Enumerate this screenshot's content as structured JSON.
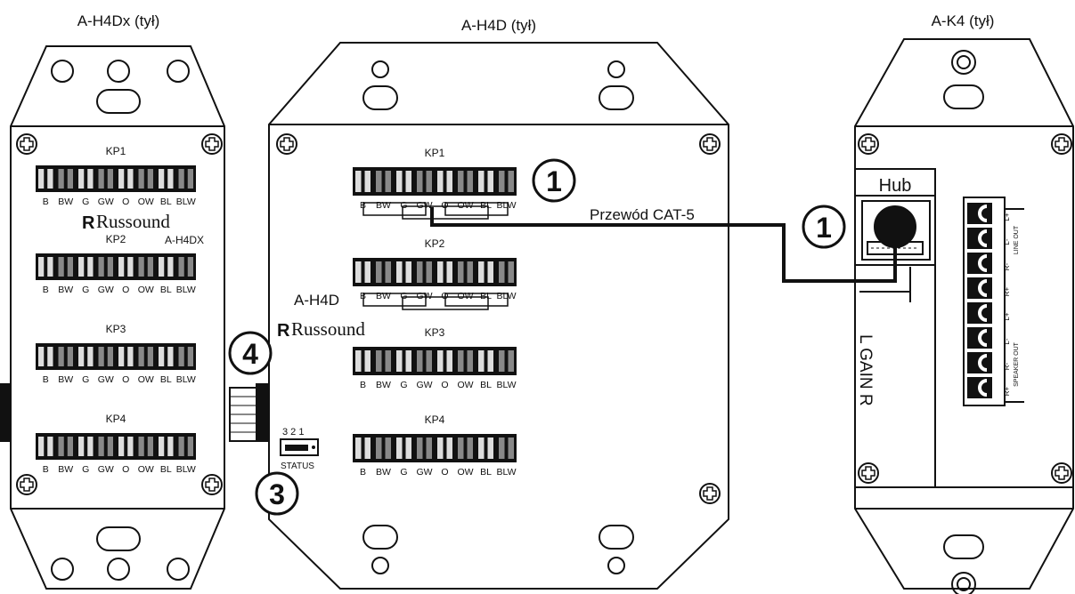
{
  "panels": {
    "a_h4dx": {
      "title": "A-H4Dx (tył)",
      "brand": "Russound",
      "model": "A-H4DX",
      "ports": [
        "KP1",
        "KP2",
        "KP3",
        "KP4"
      ]
    },
    "a_h4d": {
      "title": "A-H4D (tył)",
      "brand": "Russound",
      "model": "A-H4D",
      "ports": [
        "KP1",
        "KP2",
        "KP3",
        "KP4"
      ],
      "status_numbers": "3 2 1",
      "status_label": "STATUS"
    },
    "a_k4": {
      "title": "A-K4 (tył)",
      "hub_label": "Hub",
      "gain_label": "L GAIN R",
      "terminal_labels": [
        "L+",
        "L-",
        "R-",
        "R+",
        "L+",
        "L-",
        "R-",
        "R+"
      ],
      "line_out_label": "LINE OUT",
      "speaker_out_label": "SPEAKER OUT"
    }
  },
  "pin_labels": [
    "B",
    "BW",
    "G",
    "GW",
    "O",
    "OW",
    "BL",
    "BLW"
  ],
  "cable_label": "Przewód CAT-5",
  "callouts": [
    "1",
    "1",
    "3",
    "4"
  ]
}
